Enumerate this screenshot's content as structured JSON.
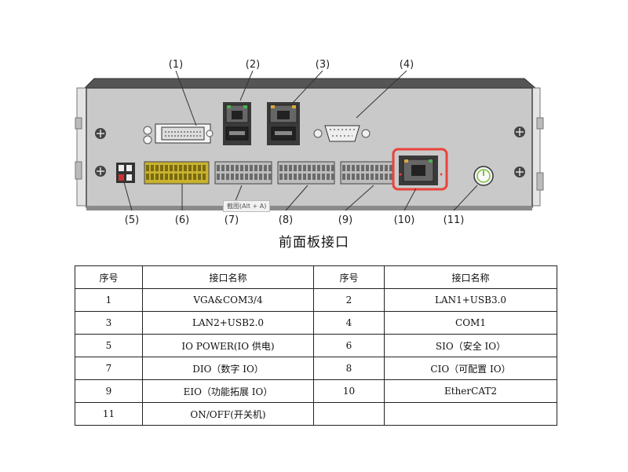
{
  "figure": {
    "callouts": [
      "(1)",
      "(2)",
      "(3)",
      "(4)",
      "(5)",
      "(6)",
      "(7)",
      "(8)",
      "(9)",
      "(10)",
      "(11)"
    ],
    "tooltip": "截图(Alt + A)",
    "highlight_color": "#e8443a",
    "panel_color": "#c9c9c9"
  },
  "caption": "前面板接口",
  "table": {
    "headers": [
      "序号",
      "接口名称",
      "序号",
      "接口名称"
    ],
    "rows": [
      [
        "1",
        "VGA&COM3/4",
        "2",
        "LAN1+USB3.0"
      ],
      [
        "3",
        "LAN2+USB2.0",
        "4",
        "COM1"
      ],
      [
        "5",
        "IO POWER(IO 供电)",
        "6",
        "SIO（安全 IO）"
      ],
      [
        "7",
        "DIO（数字 IO）",
        "8",
        "CIO（可配置 IO）"
      ],
      [
        "9",
        "EIO（功能拓展 IO）",
        "10",
        "EtherCAT2"
      ],
      [
        "11",
        "ON/OFF(开关机)",
        "",
        ""
      ]
    ]
  }
}
